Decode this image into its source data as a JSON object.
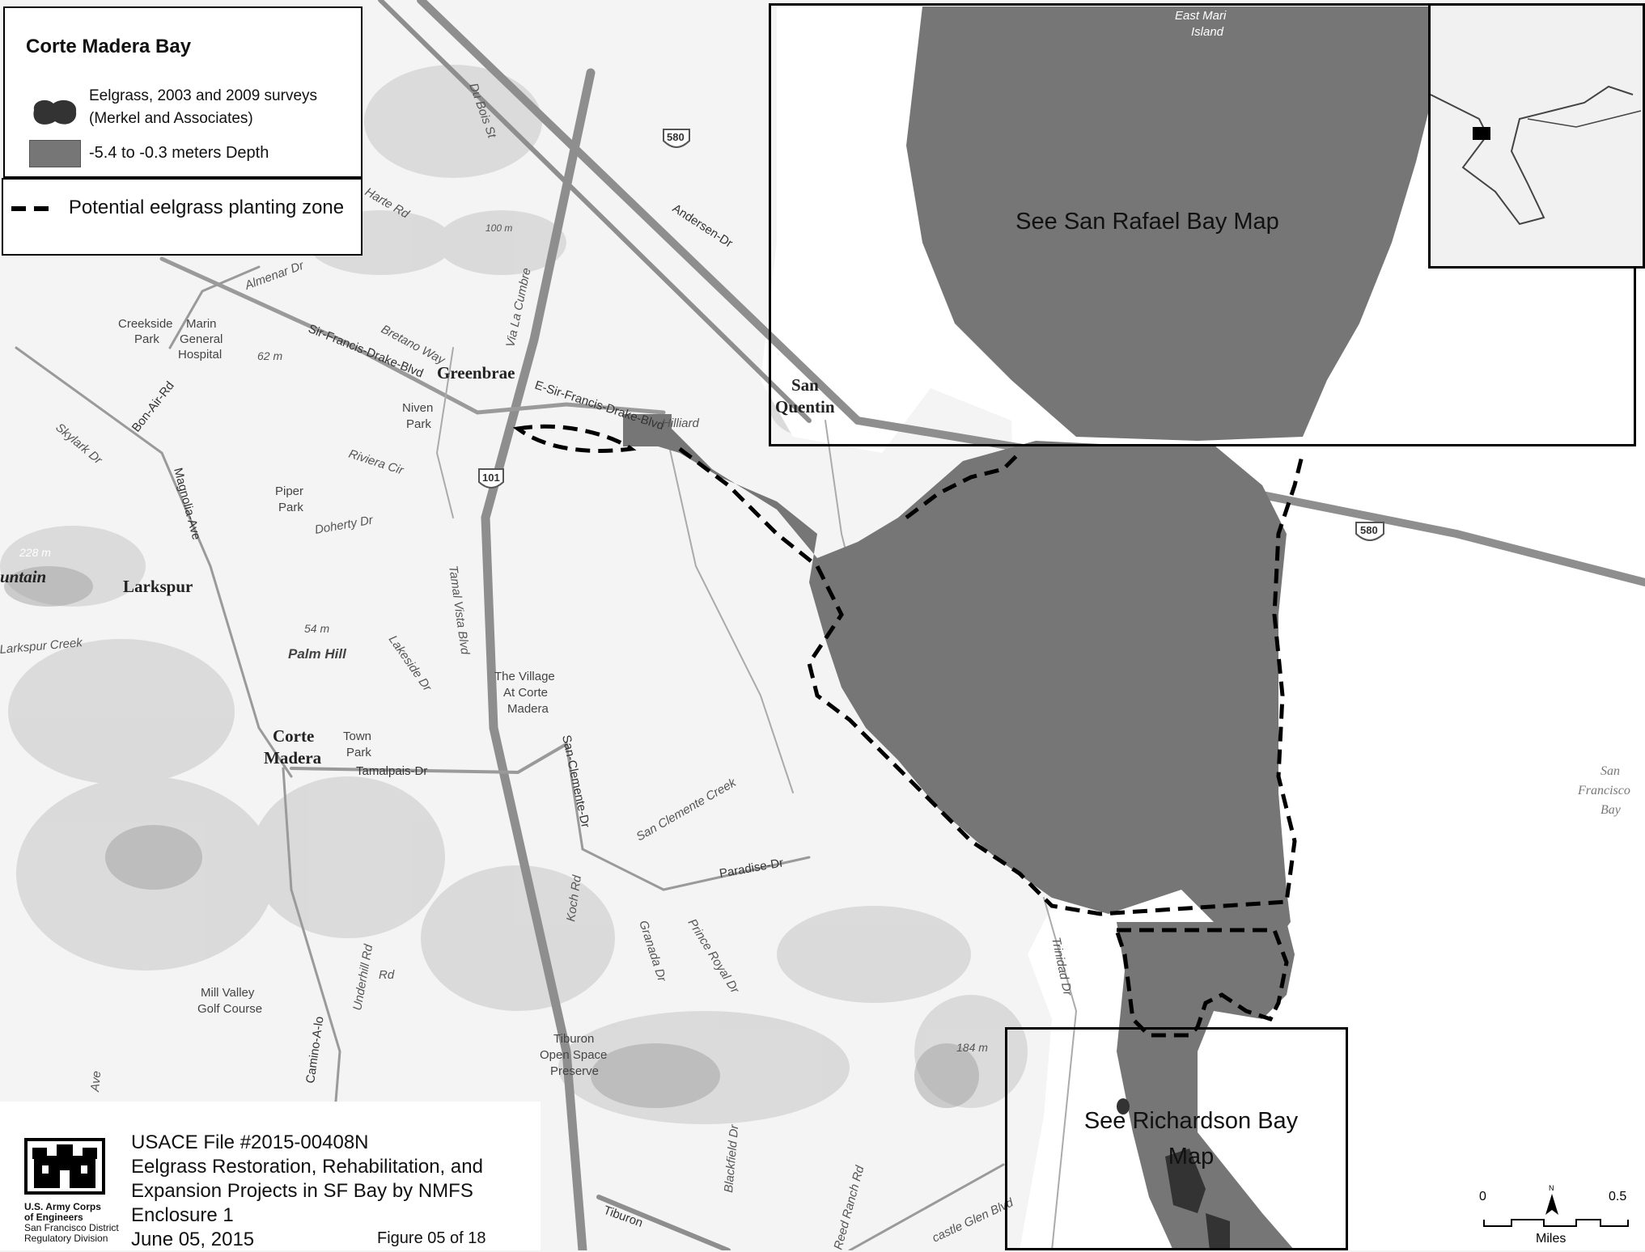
{
  "legend": {
    "title": "Corte Madera Bay",
    "eelgrass_line1": "Eelgrass, 2003 and 2009 surveys",
    "eelgrass_line2": "(Merkel and Associates)",
    "depth_label": "-5.4 to -0.3 meters Depth",
    "zone_label": "Potential eelgrass planting zone",
    "colors": {
      "depth": "#767676",
      "eelgrass": "#333333",
      "zone_line": "#000000"
    }
  },
  "insets": {
    "san_rafael": "See San Rafael Bay Map",
    "richardson_line1": "See Richardson Bay",
    "richardson_line2": "Map"
  },
  "map_labels": {
    "places": {
      "greenbrae": "Greenbrae",
      "larkspur": "Larkspur",
      "corte": "Corte",
      "madera": "Madera",
      "san": "San",
      "quentin": "Quentin",
      "mountain": "untain",
      "palm_hill": "Palm Hill",
      "east_marin1": "East Mari",
      "east_marin2": "Island"
    },
    "small_places": {
      "creekside1": "Creekside",
      "creekside2": "Park",
      "marin1": "Marin",
      "marin2": "General",
      "marin3": "Hospital",
      "niven1": "Niven",
      "niven2": "Park",
      "piper1": "Piper",
      "piper2": "Park",
      "village1": "The Village",
      "village2": "At Corte",
      "village3": "Madera",
      "town1": "Town",
      "town2": "Park",
      "mill1": "Mill Valley",
      "mill2": "Golf Course",
      "tiburon1": "Tiburon",
      "tiburon2": "Open Space",
      "tiburon3": "Preserve"
    },
    "water": {
      "sf1": "San",
      "sf2": "Francisco",
      "sf3": "Bay"
    },
    "roads": {
      "sir_francis": "Sir-Francis-Drake-Blvd",
      "e_sir_francis": "E-Sir-Francis-Drake-Blvd",
      "andersen": "Andersen-Dr",
      "bon_air": "Bon-Air-Rd",
      "magnolia": "Magnolia-Ave",
      "tamalpais": "Tamalpais-Dr",
      "paradise": "Paradise-Dr",
      "san_clemente": "San-Clemente-Dr",
      "tamal_vista": "Tamal Vista Blvd",
      "via_la_cumbre": "Via La Cumbre",
      "riviera": "Riviera Cir",
      "doherty": "Doherty Dr",
      "lakeside": "Lakeside Dr",
      "du_bois": "Du Bois St",
      "harte": "Harte Rd",
      "almenar": "Almenar Dr",
      "bretano": "Bretano Way",
      "koch": "Koch Rd",
      "granada": "Granada Dr",
      "prince_royal": "Prince Royal Dr",
      "trinidad": "Trinidad Dr",
      "blackfield": "Blackfield Dr",
      "tiburon_blvd": "Tiburon",
      "castle_glen": "castle Glen Blvd",
      "san_clemente_creek": "San Clemente Creek",
      "larkspur_creek": "Larkspur Creek",
      "underhill": "Underhill Rd",
      "camino": "Camino-A-lo",
      "skylark": "Skylark Dr",
      "ave": "Ave",
      "rd": "Rd",
      "ranch": "Reed Ranch Rd",
      "hilliard": "Hilliard"
    },
    "elevations": {
      "e1": "100 m",
      "e2": "62 m",
      "e3": "228 m",
      "e4": "54 m",
      "e5": "184 m"
    },
    "shields": {
      "i580a": "580",
      "i580b": "580",
      "us101": "101"
    }
  },
  "footer": {
    "org_line1": "U.S. Army Corps",
    "org_line2": "of Engineers",
    "org_line3": "San Francisco District",
    "org_line4": "Regulatory Division",
    "file": "USACE File #2015-00408N",
    "line2": "Eelgrass Restoration, Rehabilitation, and",
    "line3": "Expansion Projects in SF Bay by NMFS",
    "line4": "Enclosure 1",
    "date": "June 05, 2015",
    "figure": "Figure 05 of 18"
  },
  "scale": {
    "zero": "0",
    "half": "0.5",
    "unit": "Miles",
    "north": "N"
  }
}
